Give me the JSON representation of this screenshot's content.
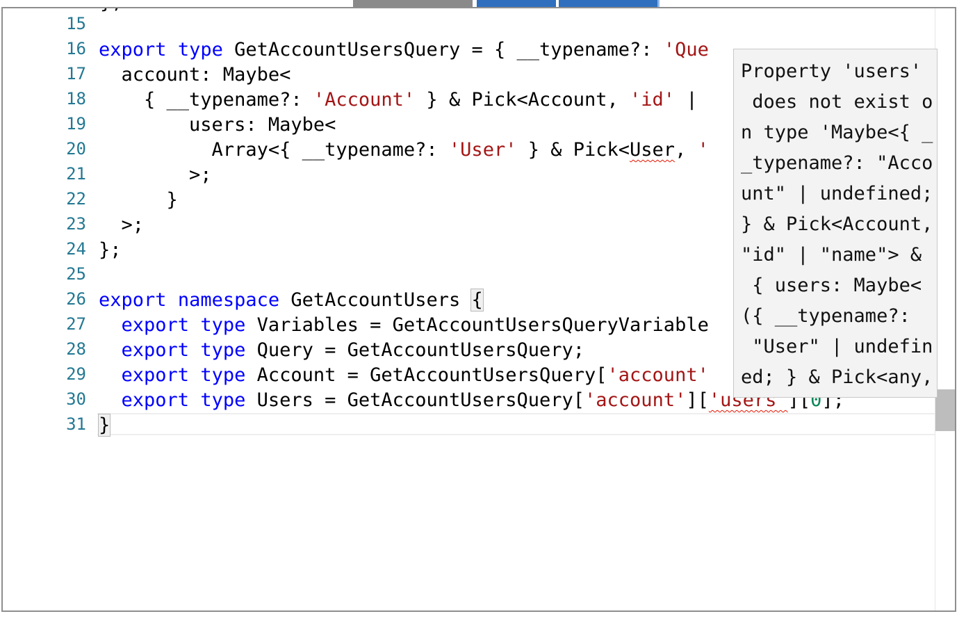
{
  "editor": {
    "partial_top_line": "};",
    "lines": [
      {
        "num": "15",
        "tokens": []
      },
      {
        "num": "16",
        "tokens": [
          {
            "t": "export",
            "c": "kw"
          },
          {
            "t": " "
          },
          {
            "t": "type",
            "c": "kw"
          },
          {
            "t": " GetAccountUsersQuery = { __typename?: "
          },
          {
            "t": "'Que",
            "c": "str"
          }
        ]
      },
      {
        "num": "17",
        "tokens": [
          {
            "t": "  account: Maybe<"
          }
        ]
      },
      {
        "num": "18",
        "tokens": [
          {
            "t": "    { __typename?: "
          },
          {
            "t": "'Account'",
            "c": "str"
          },
          {
            "t": " } & Pick<Account, "
          },
          {
            "t": "'id'",
            "c": "str"
          },
          {
            "t": " |"
          }
        ]
      },
      {
        "num": "19",
        "tokens": [
          {
            "t": "        users: Maybe<"
          }
        ]
      },
      {
        "num": "20",
        "tokens": [
          {
            "t": "          Array<{ __typename?: "
          },
          {
            "t": "'User'",
            "c": "str"
          },
          {
            "t": " } & Pick<"
          },
          {
            "t": "User",
            "c": "squig"
          },
          {
            "t": ", "
          },
          {
            "t": "'",
            "c": "str"
          }
        ]
      },
      {
        "num": "21",
        "tokens": [
          {
            "t": "        >;"
          }
        ]
      },
      {
        "num": "22",
        "tokens": [
          {
            "t": "      }"
          }
        ]
      },
      {
        "num": "23",
        "tokens": [
          {
            "t": "  >;"
          }
        ]
      },
      {
        "num": "24",
        "tokens": [
          {
            "t": "};"
          }
        ]
      },
      {
        "num": "25",
        "tokens": []
      },
      {
        "num": "26",
        "tokens": [
          {
            "t": "export",
            "c": "kw"
          },
          {
            "t": " "
          },
          {
            "t": "namespace",
            "c": "kw"
          },
          {
            "t": " GetAccountUsers "
          },
          {
            "t": "{",
            "c": "brkt"
          }
        ]
      },
      {
        "num": "27",
        "tokens": [
          {
            "t": "  "
          },
          {
            "t": "export",
            "c": "kw"
          },
          {
            "t": " "
          },
          {
            "t": "type",
            "c": "kw"
          },
          {
            "t": " Variables = GetAccountUsersQueryVariable"
          }
        ]
      },
      {
        "num": "28",
        "tokens": [
          {
            "t": "  "
          },
          {
            "t": "export",
            "c": "kw"
          },
          {
            "t": " "
          },
          {
            "t": "type",
            "c": "kw"
          },
          {
            "t": " Query = GetAccountUsersQuery;"
          }
        ]
      },
      {
        "num": "29",
        "tokens": [
          {
            "t": "  "
          },
          {
            "t": "export",
            "c": "kw"
          },
          {
            "t": " "
          },
          {
            "t": "type",
            "c": "kw"
          },
          {
            "t": " Account = GetAccountUsersQuery["
          },
          {
            "t": "'account'",
            "c": "str"
          }
        ]
      },
      {
        "num": "30",
        "tokens": [
          {
            "t": "  "
          },
          {
            "t": "export",
            "c": "kw"
          },
          {
            "t": " "
          },
          {
            "t": "type",
            "c": "kw"
          },
          {
            "t": " Users = GetAccountUsersQuery["
          },
          {
            "t": "'account'",
            "c": "str"
          },
          {
            "t": "]["
          },
          {
            "t": "'users'",
            "c": "str squig"
          },
          {
            "t": "]["
          },
          {
            "t": "0",
            "c": "num"
          },
          {
            "t": "];"
          }
        ]
      },
      {
        "num": "31",
        "tokens": [
          {
            "t": "}",
            "c": "brkt"
          }
        ]
      }
    ]
  },
  "hover_tooltip": {
    "lines": [
      "Property 'users'",
      " does not exist o",
      "n type 'Maybe<{ _",
      "_typename?: \"Acco",
      "unt\" | undefined;",
      "} & Pick<Account,",
      "\"id\" | \"name\"> &",
      " { users: Maybe<",
      "({ __typename?:",
      " \"User\" | undefin",
      "ed; } & Pick<any,"
    ]
  },
  "colors": {
    "keyword": "#0000ff",
    "string": "#a31515",
    "number": "#098658",
    "line_number": "#237893",
    "error_squiggle": "#e51400",
    "tab_gray": "#8a8a8a",
    "tab_blue": "#2f6fbd"
  }
}
